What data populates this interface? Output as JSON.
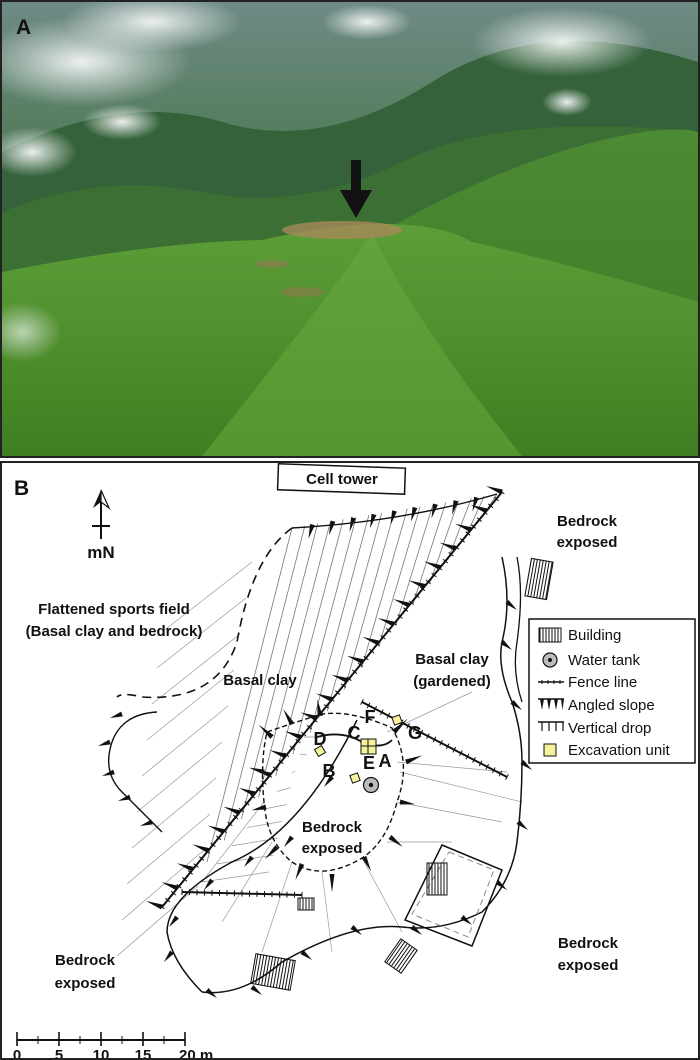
{
  "panel_a": {
    "letter": "A"
  },
  "panel_b": {
    "letter": "B",
    "north_label": "mN",
    "labels": {
      "cell_tower": "Cell tower",
      "bedrock_ne_1": "Bedrock",
      "bedrock_ne_2": "exposed",
      "sports_field_1": "Flattened sports field",
      "sports_field_2": "(Basal clay and bedrock)",
      "basal_clay": "Basal clay",
      "basal_clay_gardened_1": "Basal clay",
      "basal_clay_gardened_2": "(gardened)",
      "bedrock_center_1": "Bedrock",
      "bedrock_center_2": "exposed",
      "bedrock_se_1": "Bedrock",
      "bedrock_se_2": "exposed",
      "bedrock_sw_1": "Bedrock",
      "bedrock_sw_2": "exposed"
    },
    "units": [
      "A",
      "B",
      "C",
      "D",
      "E",
      "F",
      "G"
    ],
    "legend": {
      "building": "Building",
      "water_tank": "Water tank",
      "fence_line": "Fence line",
      "angled_slope": "Angled slope",
      "vertical_drop": "Vertical drop",
      "excavation_unit": "Excavation unit"
    },
    "scale": {
      "ticks": [
        "0",
        "5",
        "10",
        "15",
        "20 m"
      ]
    },
    "colors": {
      "excavation_fill": "#f6f29a",
      "line": "#111111"
    }
  }
}
